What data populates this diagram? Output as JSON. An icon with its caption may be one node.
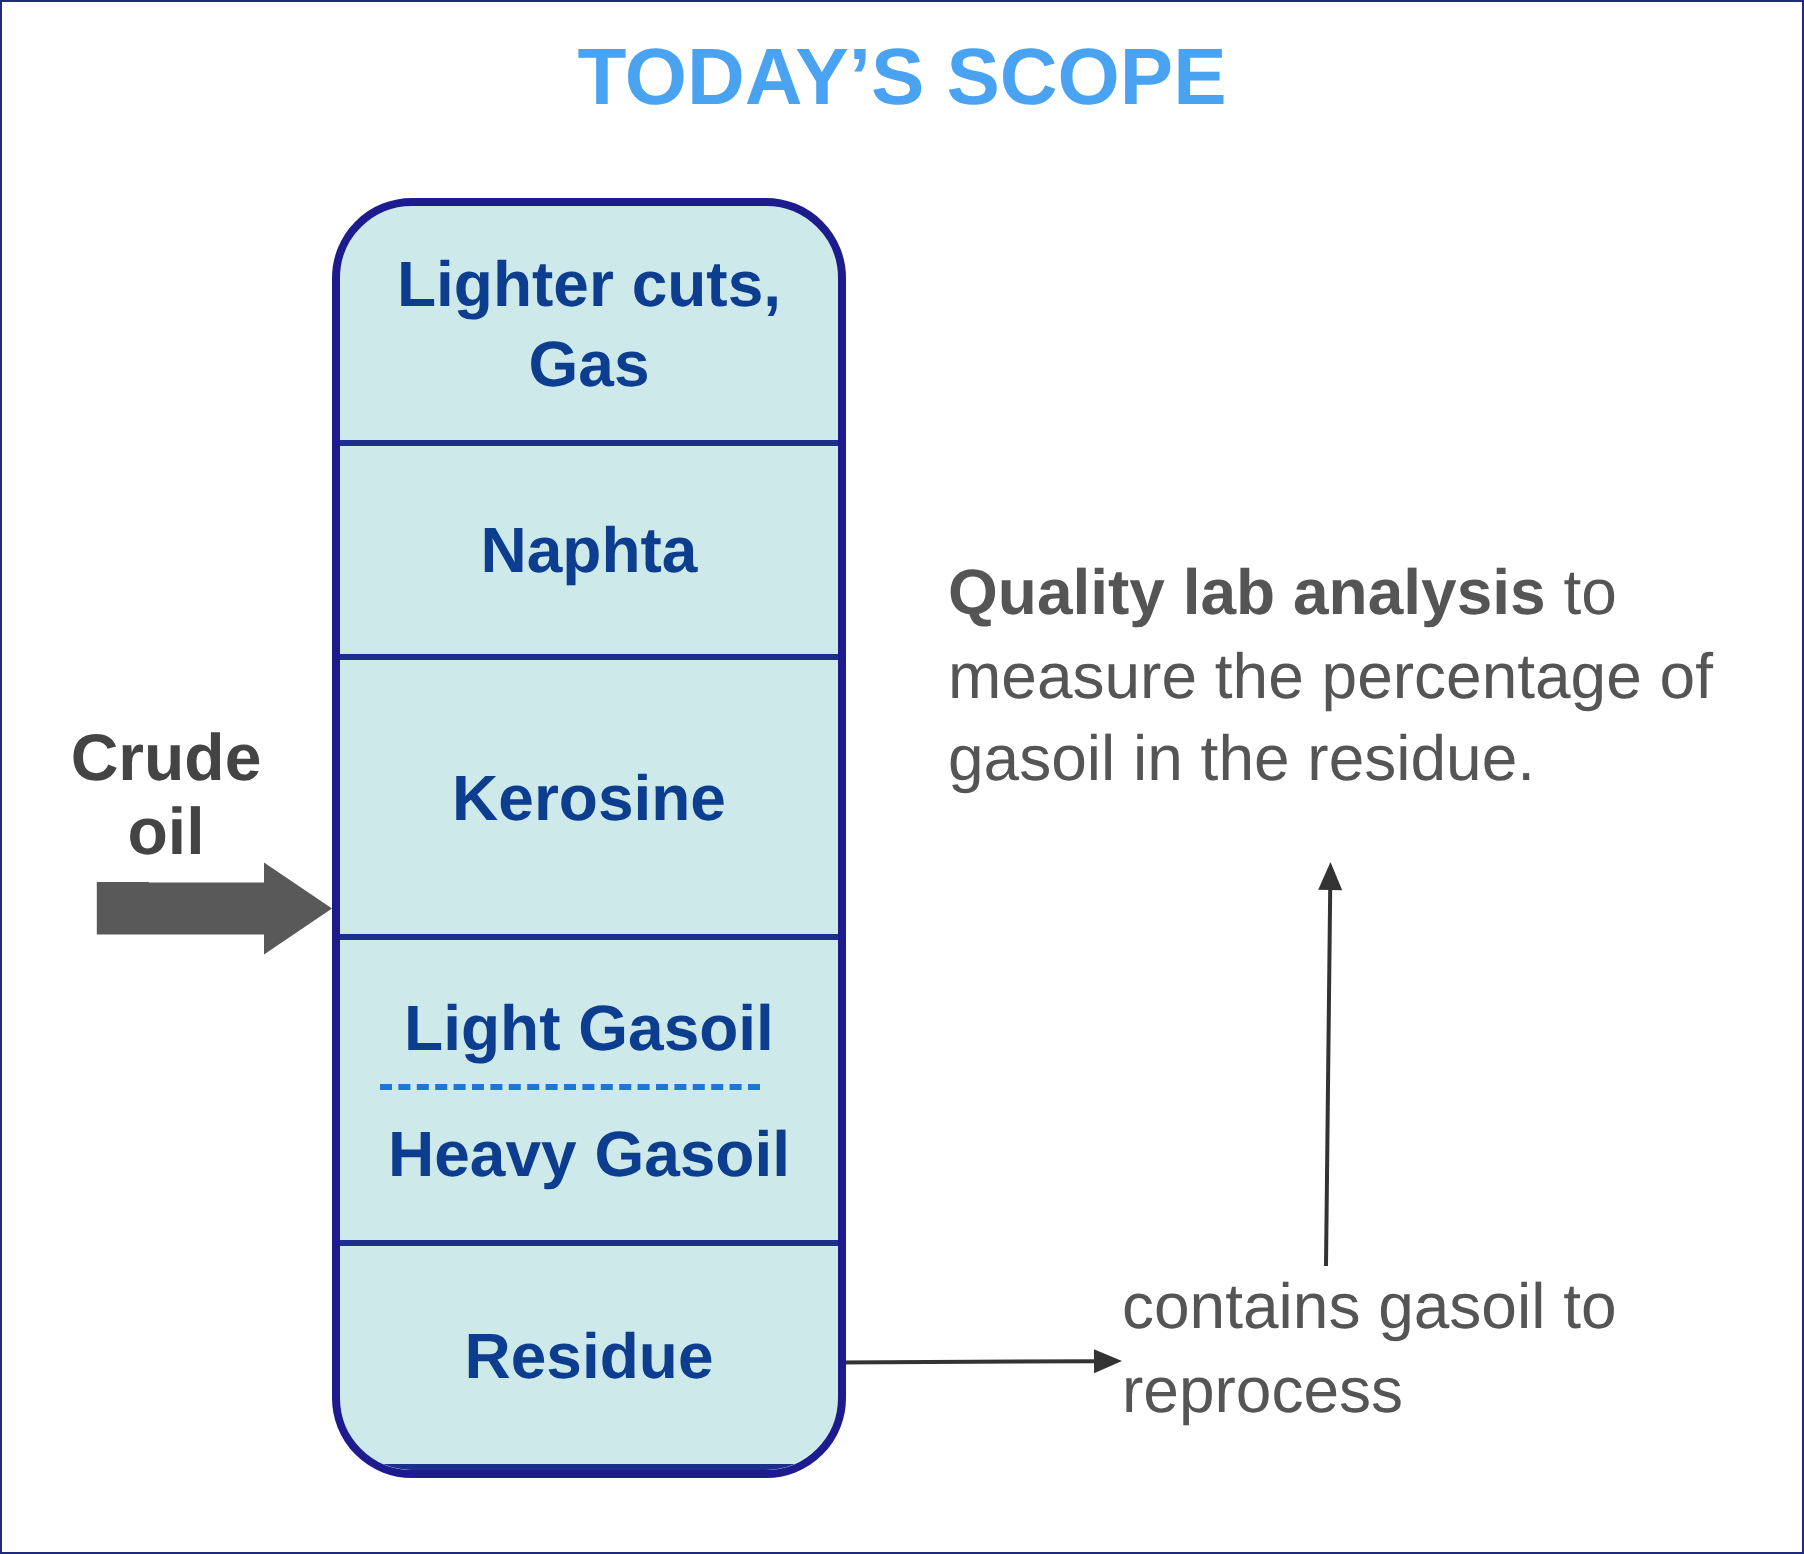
{
  "diagram": {
    "title": "TODAY’S SCOPE",
    "nodes": [
      {
        "text": [],
        "shape": "box"
      },
      {
        "text": [
          "Lighter cuts, Gas"
        ],
        "in": 0
      },
      {
        "text": [
          "Naphta"
        ],
        "in": 0
      },
      {
        "text": [
          "Kerosine"
        ],
        "in": 0
      },
      {
        "text": [
          "Light Gasoil",
          "Heavy Gasoil"
        ],
        "in": 0
      },
      {
        "text": [
          "Residue"
        ],
        "in": 0
      },
      {
        "text": [
          "Crude oil"
        ]
      },
      {
        "text": [
          "contains gasoil to reprocess"
        ]
      },
      {
        "text": [
          "**Quality lab analysis** to measure the percentage of gasoil in the residue."
        ]
      }
    ],
    "edges": [
      {
        "from": 6,
        "to": 0,
        "arrow": "to",
        "style": "thick",
        "color": "#595959"
      },
      {
        "from": 5,
        "to": 7,
        "arrow": "to"
      },
      {
        "from": 7,
        "to": 8,
        "arrow": "to"
      }
    ]
  }
}
